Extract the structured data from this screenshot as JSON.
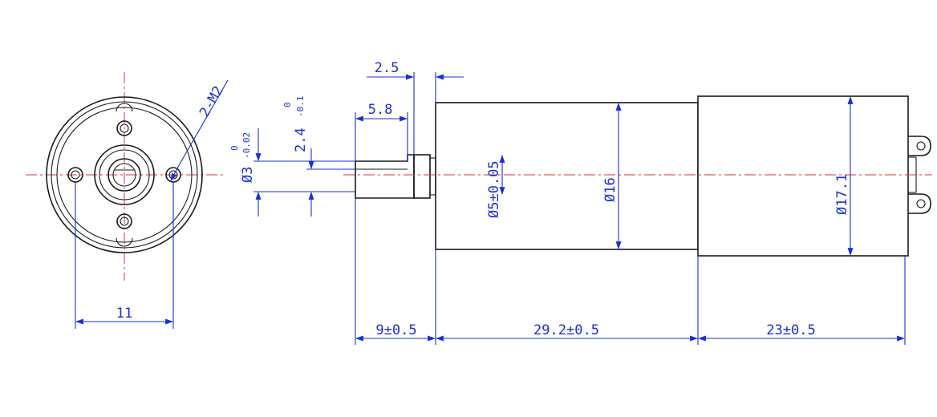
{
  "front_view": {
    "hole_label": "2-M2",
    "hole_spacing": "11"
  },
  "side_view": {
    "shaft_diameter": "Ø3",
    "shaft_diameter_tol_upper": "0",
    "shaft_diameter_tol_lower": "-0.02",
    "flat_height": "2.4",
    "flat_height_tol_upper": "0",
    "flat_height_tol_lower": "-0.1",
    "flat_length": "5.8",
    "boss_length": "2.5",
    "boss_diameter": "Ø5±0.05",
    "gearbox_diameter": "Ø16",
    "motor_diameter": "Ø17.1",
    "shaft_length": "9±0.5",
    "gearbox_length": "29.2±0.5",
    "motor_length": "23±0.5"
  },
  "colors": {
    "outline": "#1a1a1a",
    "dimension": "#1a2fd6",
    "centerline": "#e0303a"
  }
}
